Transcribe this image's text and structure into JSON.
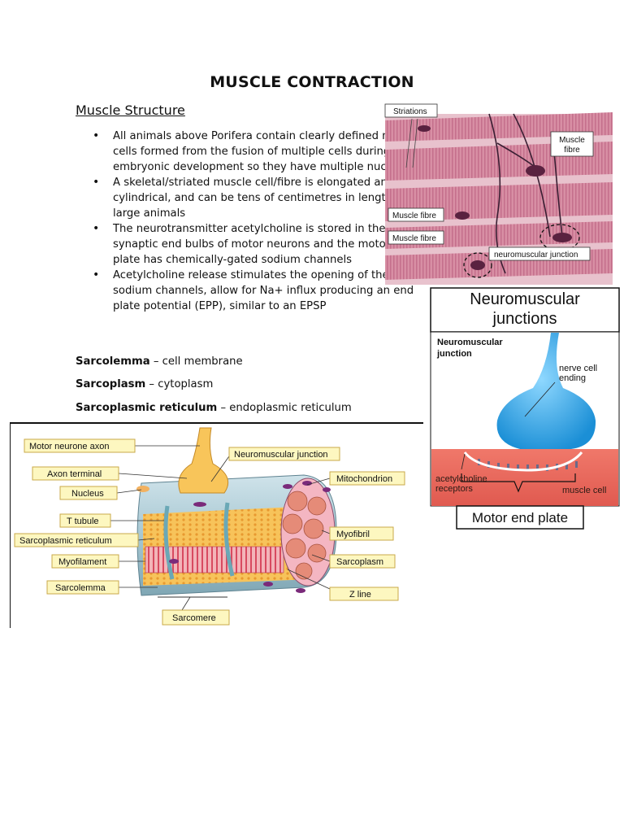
{
  "title": "MUSCLE CONTRACTION",
  "section_heading": "Muscle Structure",
  "bullets": [
    "All animals above Porifera contain clearly defined muscle cells formed from the fusion of multiple cells during embryonic development so they have multiple nuclei",
    "A skeletal/striated muscle cell/fibre is elongated and cylindrical, and can be tens of centimetres in length in large animals",
    "The neurotransmitter acetylcholine is stored in the synaptic end bulbs of motor neurons and the motor end plate has chemically-gated sodium channels",
    "Acetylcholine release stimulates the opening of the sodium channels, allow for Na+ influx producing an end plate potential (EPP), similar to an EPSP"
  ],
  "definitions": [
    {
      "term": "Sarcolemma",
      "sep": " – ",
      "meaning": "cell membrane"
    },
    {
      "term": "Sarcoplasm",
      "sep": " – ",
      "meaning": "cytoplasm"
    },
    {
      "term": "Sarcoplasmic reticulum",
      "sep": " – ",
      "meaning": "endoplasmic reticulum"
    }
  ],
  "micrograph": {
    "labels": {
      "striations": "Striations",
      "muscle_fibre_right": "Muscle\nfibre",
      "muscle_fibre_1": "Muscle fibre",
      "muscle_fibre_2": "Muscle fibre",
      "nmj": "neuromuscular junction"
    }
  },
  "nmj_diagram": {
    "title_line1": "Neuromuscular",
    "title_line2": "junctions",
    "junction_label": "Neuromuscular\njunction",
    "nerve_label": "nerve cell\nending",
    "receptor_label": "acetylcholine\nreceptors",
    "muscle_label": "muscle cell",
    "caption": "Motor end plate"
  },
  "fibre_diagram": {
    "labels": {
      "axon": "Motor neurone axon",
      "terminal": "Axon terminal",
      "nucleus": "Nucleus",
      "t_tubule": "T tubule",
      "sr": "Sarcoplasmic reticulum",
      "myofilament": "Myofilament",
      "sarcolemma": "Sarcolemma",
      "sarcomere": "Sarcomere",
      "nmj": "Neuromuscular junction",
      "mito": "Mitochondrion",
      "myofibril": "Myofibril",
      "sarcoplasm": "Sarcoplasm",
      "zline": "Z line"
    }
  },
  "colors": {
    "muscle_pink": "#d98aa0",
    "nerve_blue": "#2aa7e6",
    "muscle_cell_red": "#e9665a",
    "label_fill": "#fdf7c0",
    "label_border": "#c9a94a"
  }
}
